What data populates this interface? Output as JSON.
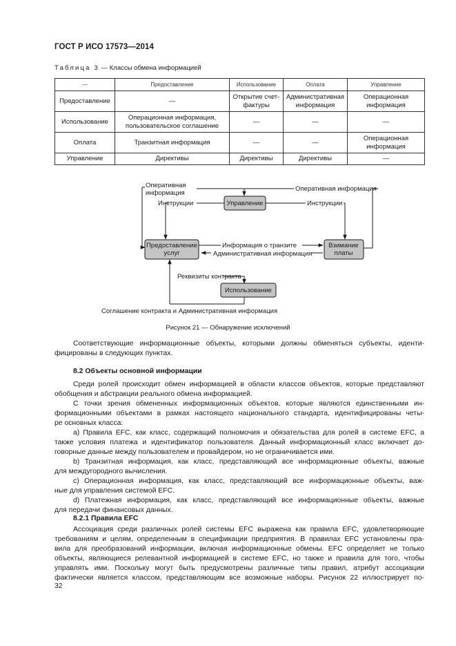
{
  "header": {
    "title": "ГОСТ Р ИСО 17573—2014"
  },
  "table": {
    "caption_prefix": "Таблица 3",
    "caption_suffix": " — Классы обмена информацией",
    "columns": [
      "—",
      "Предоставление",
      "Использование",
      "Оплата",
      "Управление"
    ],
    "rows": [
      [
        "Предоставление",
        "—",
        "Открытие счет-фактуры",
        "Административная информация",
        "Операционная информация"
      ],
      [
        "Использование",
        "Операционная информация, пользовательское соглашение",
        "—",
        "—",
        "—"
      ],
      [
        "Оплата",
        "Транзитная информация",
        "—",
        "—",
        "Операционная информация"
      ],
      [
        "Управление",
        "Директивы",
        "Директивы",
        "Директивы",
        "—"
      ]
    ]
  },
  "diagram": {
    "nodes": {
      "management": "Управление",
      "service_provision": "Предоставление услуг",
      "charging": "Взимание платы",
      "usage": "Использование"
    },
    "labels": {
      "op_info_left_1": "Оперативная",
      "op_info_left_2": "информация",
      "op_info_right": "Оперативная информация",
      "instructions_left": "Инструкции",
      "instructions_right": "Инструкции",
      "transit_info": "Информация о транзите",
      "admin_info": "Административная информация",
      "contract_details": "Реквизиты контракта",
      "contract_agreement": "Соглашение контракта и Административная информация"
    },
    "caption": "Рисунок 21 — Обнаружение исключений"
  },
  "body": {
    "p1": "Соответствующие информационные объекты, которыми должны обменяться субъекты, иденти-",
    "p1b": "фицированы в следующих пунктах.",
    "h82": "8.2 Объекты основной информации",
    "p2a": "Среди ролей происходит обмен информацией в области классов объектов, которые представляют",
    "p2b": "обобщения и абстракции реального обмена информацией.",
    "p3a": "С точки зрения обмененных информационных объектов, которые являются единственными ин-",
    "p3b": "формационными объектами в рамках настоящего национального стандарта, идентифицированы четы-",
    "p3c": "ре основных класса:",
    "pa1": "a) Правила EFC, как класс, содержащий полномочия и обязательства для ролей в системе EFC, а",
    "pa2": "также условия платежа и идентификатор пользователя. Данный информационный класс включает до-",
    "pa3": "говорные данные между пользователем и провайдером, но не ограничивается ими.",
    "pb1": "b) Транзитная информация, как класс, представляющий все информационные объекты, важные",
    "pb2": "для междугородного вычисления.",
    "pc1": "c) Операционная информация, как класс, представляющий все информационные объекты, важ-",
    "pc2": "ные для управления системой EFC.",
    "pd1": "d) Платежная информация, как класс, представляющий все информационные объекты, важные",
    "pd2": "для передачи финансовых данных.",
    "h821": "8.2.1 Правила EFC",
    "pe1": "Ассоциация среди различных ролей системы EFC выражена как правила EFC, удовлетворяющие",
    "pe2": "требованиям и целям, определенным в спецификации предприятия. В правилах EFC установлены пра-",
    "pe3": "вила для преобразований информации, включая информационные обмены. EFC определяет не только",
    "pe4": "объекты, являющиеся релевантной информацией в системе EFC, но также и правила для того, чтобы",
    "pe5": "управлять ими. Поскольку могут быть предусмотрены различные типы правил, атрибут ассоциации",
    "pe6": "фактически является классом, представляющим все возможные наборы. Рисунок 22 иллюстрирует по-"
  },
  "footer": {
    "page_number": "32"
  },
  "colors": {
    "node_fill": "#c4c4c4",
    "line": "#1a1a1a"
  }
}
